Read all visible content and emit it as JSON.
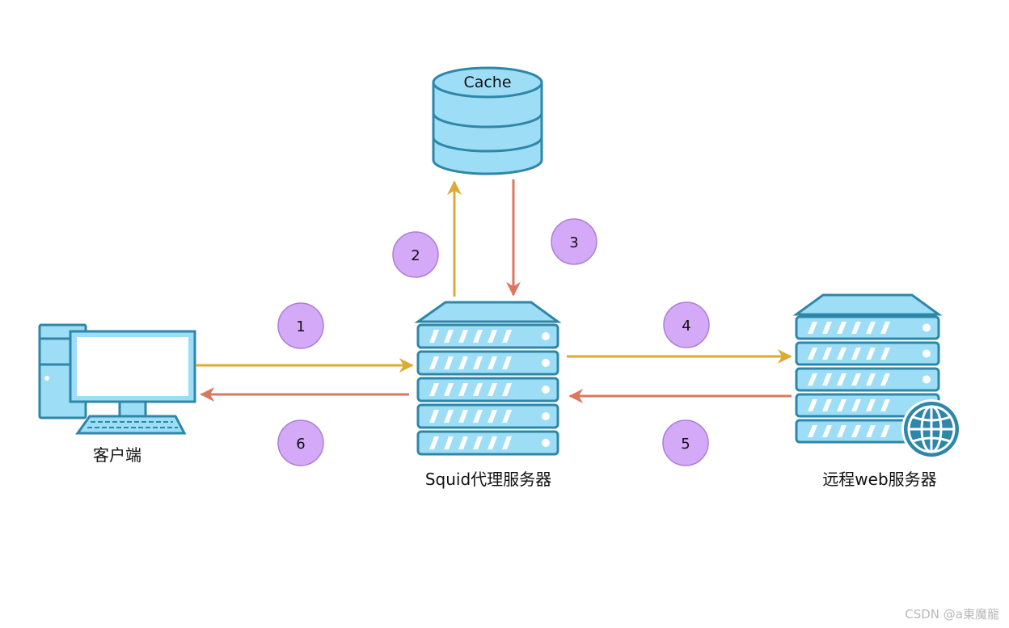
{
  "nodes": {
    "cache": {
      "label": "Cache"
    },
    "client": {
      "label": "客户端"
    },
    "proxy": {
      "label": "Squid代理服务器"
    },
    "remote": {
      "label": "远程web服务器"
    }
  },
  "steps": [
    {
      "label": "1",
      "direction": "client to proxy",
      "color": "#DDAA33"
    },
    {
      "label": "2",
      "direction": "proxy to cache",
      "color": "#DDAA33"
    },
    {
      "label": "3",
      "direction": "cache to proxy",
      "color": "#D9785F"
    },
    {
      "label": "4",
      "direction": "proxy to remote",
      "color": "#DDAA33"
    },
    {
      "label": "5",
      "direction": "remote to proxy",
      "color": "#D9785F"
    },
    {
      "label": "6",
      "direction": "proxy to client",
      "color": "#D9785F"
    }
  ],
  "colors": {
    "request_arrow": "#DDAA33",
    "response_arrow": "#D9785F",
    "device_fill": "#9EDDF6",
    "device_stroke": "#2E87A8",
    "step_circle_fill": "#D4A9F7",
    "step_circle_stroke": "#AC7FD6"
  },
  "watermark": "CSDN @a東魔龍"
}
